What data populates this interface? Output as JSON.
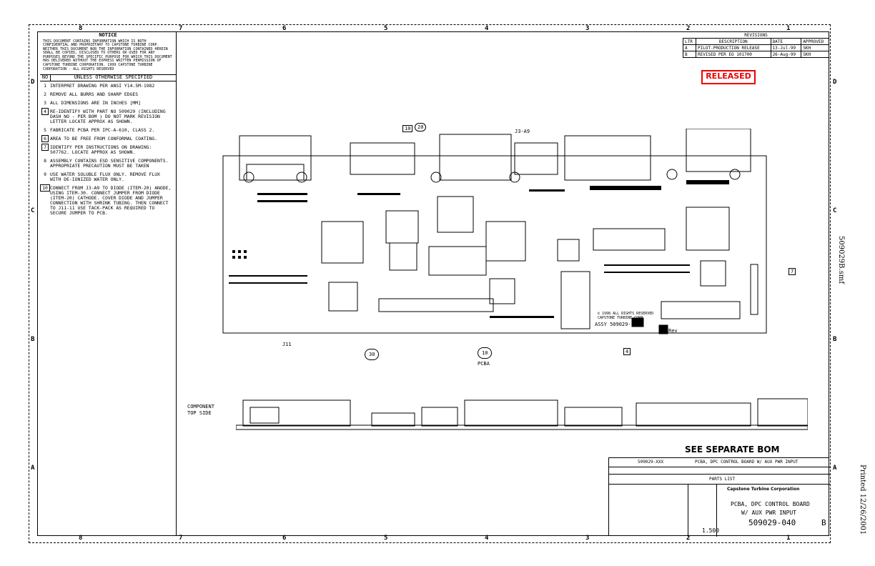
{
  "zones": {
    "top": [
      "8",
      "7",
      "6",
      "5",
      "4",
      "3",
      "2",
      "1"
    ],
    "side": [
      "D",
      "C",
      "B",
      "A"
    ]
  },
  "notice": {
    "title": "NOTICE",
    "body": "THIS DOCUMENT CONTAINS INFORMATION WHICH IS BOTH CONFIDENTIAL AND PROPRIETARY TO CAPSTONE TURBINE CORP. NEITHER THIS DOCUMENT NOR THE INFORMATION CONTAINED HEREIN SHALL BE COPIED, DISCLOSED TO OTHERS OR USED FOR ANY PURPOSES BEYOND THE SPECIFIC PURPOSE FOR WHICH THIS DOCUMENT HAS DELIVERED WITHOUT THE EXPRESS WRITTEN PERMISSION OF CAPSTONE TURBINE CORPORATION. 1999 CAPSTONE TURBINE CORPORATION - ALL RIGHTS RESERVED",
    "no_label": "NO",
    "header": "UNLESS OTHERWISE SPECIFIED",
    "notes": [
      {
        "n": "1",
        "boxed": false,
        "t": "INTERPRET DRAWING PER ANSI Y14.5M-1982"
      },
      {
        "n": "2",
        "boxed": false,
        "t": "REMOVE ALL BURRS AND SHARP EDGES"
      },
      {
        "n": "3",
        "boxed": false,
        "t": "ALL DIMENSIONS ARE IN INCHES [MM]"
      },
      {
        "n": "4",
        "boxed": true,
        "t": "RE-IDENTIFY WITH PART NO 509029 (INCLUDING DASH NO - PER BOM ) DO NOT MARK REVISION LETTER LOCATE APPROX AS SHOWN."
      },
      {
        "n": "5",
        "boxed": false,
        "t": "FABRICATE PCBA PER IPC-A-610, CLASS 2."
      },
      {
        "n": "6",
        "boxed": true,
        "t": "AREA TO BE FREE FROM CONFORMAL COATING."
      },
      {
        "n": "7",
        "boxed": true,
        "t": "IDENTIFY PER INSTRUCTIONS ON DRAWING: 507762. LOCATE APPROX AS SHOWN."
      },
      {
        "n": "8",
        "boxed": false,
        "t": "ASSEMBLY CONTAINS ESD SENSITIVE COMPONENTS. APPROPRIATE PRECAUTION MUST BE TAKEN"
      },
      {
        "n": "9",
        "boxed": false,
        "t": "USE WATER SOLUBLE FLUX ONLY. REMOVE FLUX WITH DE-IONIZED WATER ONLY."
      },
      {
        "n": "10",
        "boxed": true,
        "t": "CONNECT FROM J3-A9 TO DIODE (ITEM-20) ANODE, USING ITEM-30. CONNECT JUMPER FROM DIODE (ITEM-20) CATHODE. COVER DIODE AND JUMPER CONNECTION WITH SHRINK TUBING. THEN CONNECT TO J11-11 USE TACK-PACK AS REQUIRED TO SECURE JUMPER TO PCB."
      }
    ]
  },
  "revisions": {
    "title": "REVISIONS",
    "headers": [
      "LTR",
      "DESCRIPTION",
      "DATE",
      "APPROVED"
    ],
    "rows": [
      [
        "A",
        "PILOT-PRODUCTION RELEASE",
        "13-Jul-99",
        "SKH"
      ],
      [
        "B",
        "REVISED PER EO 101700",
        "26-Aug-99",
        "SKH"
      ]
    ]
  },
  "released": "RELEASED",
  "callouts": {
    "c10": "10",
    "c20": "20",
    "j3a9": "J3-A9",
    "j11": "J11",
    "c30": "30",
    "c10b": "10",
    "pcba": "PCBA",
    "c4": "4",
    "c7": "7",
    "component": "COMPONENT",
    "topside": "TOP SIDE",
    "assy": "ASSY 509029-",
    "rev": "Rev",
    "copyright": "© 1998 ALL RIGHTS RESERVED CAPSTONE TURBINE CORP"
  },
  "bom": "SEE SEPARATE BOM",
  "title_block": {
    "dash": "509029-XXX",
    "desc": "PCBA, DPC CONTROL BOARD W/ AUX PWR INPUT",
    "parts_list": "PARTS LIST",
    "company": "Capstone Turbine Corporation",
    "title1": "PCBA, DPC CONTROL BOARD",
    "title2": "W/ AUX PWR INPUT",
    "dwg_no": "509029-040",
    "rev": "B",
    "scale": "1.500"
  },
  "side": {
    "file": "509029B.smf",
    "printed": "Printed 12/26/2001"
  }
}
